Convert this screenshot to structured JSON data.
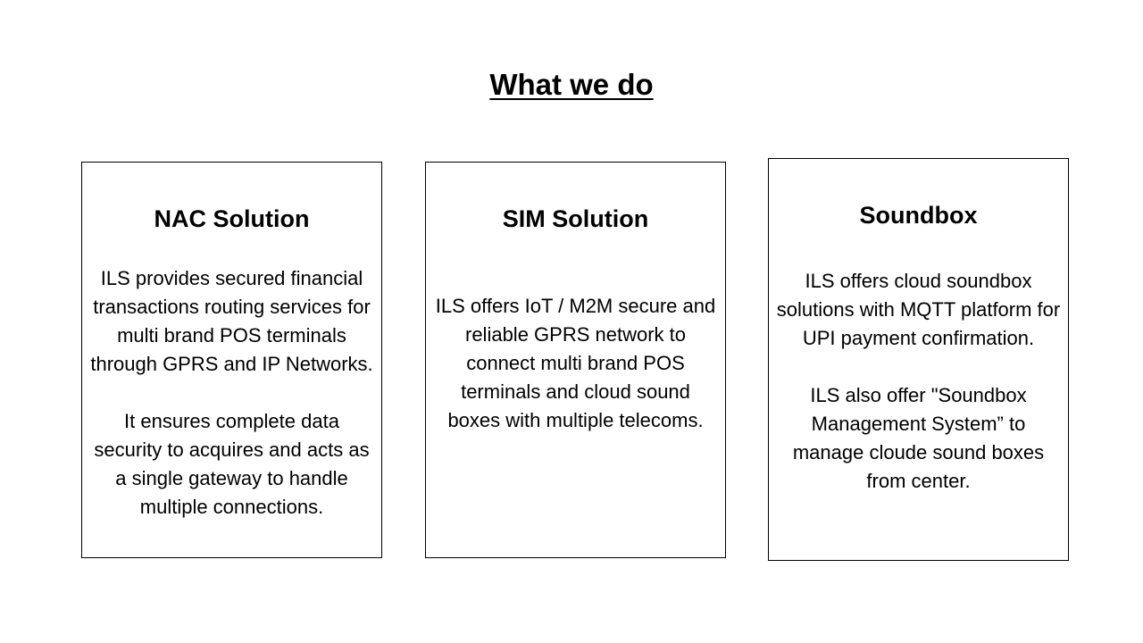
{
  "slide": {
    "title": "What we do"
  },
  "cards": [
    {
      "title": "NAC Solution",
      "paragraphs": [
        "ILS provides secured financial transactions routing services for multi brand POS terminals through GPRS and IP Networks.",
        "It ensures complete data security to acquires and acts as a single gateway to handle multiple connections."
      ]
    },
    {
      "title": "SIM Solution",
      "paragraphs": [
        "ILS offers IoT / M2M secure and reliable GPRS network to connect multi brand POS terminals and cloud sound boxes with multiple telecoms."
      ]
    },
    {
      "title": "Soundbox",
      "paragraphs": [
        "ILS offers cloud soundbox solutions with MQTT platform for UPI payment confirmation.",
        "ILS also offer \"Soundbox Management System” to manage cloude sound boxes from center."
      ]
    }
  ]
}
